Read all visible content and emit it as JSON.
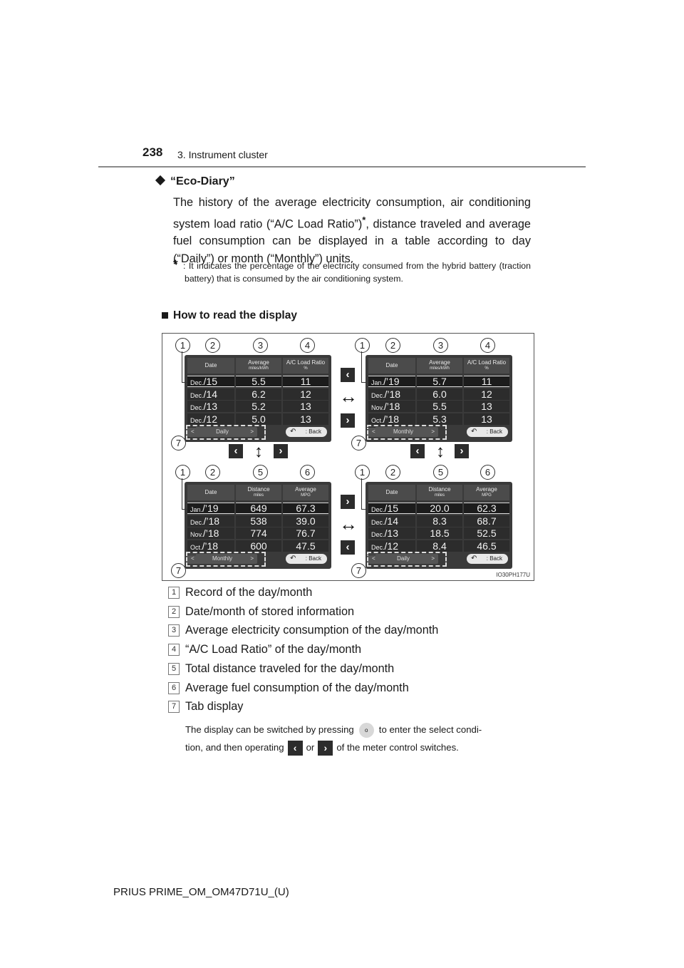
{
  "header": {
    "page_number": "238",
    "chapter": "3. Instrument cluster"
  },
  "section_title": "“Eco-Diary”",
  "body": {
    "text_before": "The history of the average electricity consumption, air conditioning system load ratio (“A/C Load Ratio”)",
    "star": "*",
    "text_after": ", distance traveled and average fuel consumption can be displayed in a table according to day (“Daily”) or month (“Monthly”) units."
  },
  "footnote": {
    "mark": "*",
    "text": ": It indicates the percentage of the electricity consumed from the hybrid battery (traction battery) that is consumed by the air conditioning system."
  },
  "subsection_title": "How to read the display",
  "figure": {
    "code": "IO30PH177U",
    "panels": [
      {
        "headers": [
          "Date",
          "Average",
          "A/C Load Ratio"
        ],
        "subs": [
          "",
          "miles/kWh",
          "%"
        ],
        "rows": [
          [
            "Dec.",
            "/15",
            "5.5",
            "11"
          ],
          [
            "Dec.",
            "/14",
            "6.2",
            "12"
          ],
          [
            "Dec.",
            "/13",
            "5.2",
            "13"
          ],
          [
            "Dec.",
            "/12",
            "5.0",
            "13"
          ]
        ],
        "tab": "Daily",
        "back": ": Back"
      },
      {
        "headers": [
          "Date",
          "Average",
          "A/C Load Ratio"
        ],
        "subs": [
          "",
          "miles/kWh",
          "%"
        ],
        "rows": [
          [
            "Jan.",
            "/’19",
            "5.7",
            "11"
          ],
          [
            "Dec.",
            "/’18",
            "6.0",
            "12"
          ],
          [
            "Nov.",
            "/’18",
            "5.5",
            "13"
          ],
          [
            "Oct.",
            "/’18",
            "5.3",
            "13"
          ]
        ],
        "tab": "Monthly",
        "back": ": Back"
      },
      {
        "headers": [
          "Date",
          "Distance",
          "Average"
        ],
        "subs": [
          "",
          "miles",
          "MPG"
        ],
        "rows": [
          [
            "Jan.",
            "/’19",
            "649",
            "67.3"
          ],
          [
            "Dec.",
            "/’18",
            "538",
            "39.0"
          ],
          [
            "Nov.",
            "/’18",
            "774",
            "76.7"
          ],
          [
            "Oct.",
            "/’18",
            "600",
            "47.5"
          ]
        ],
        "tab": "Monthly",
        "back": ": Back"
      },
      {
        "headers": [
          "Date",
          "Distance",
          "Average"
        ],
        "subs": [
          "",
          "miles",
          "MPG"
        ],
        "rows": [
          [
            "Dec.",
            "/15",
            "20.0",
            "62.3"
          ],
          [
            "Dec.",
            "/14",
            "8.3",
            "68.7"
          ],
          [
            "Dec.",
            "/13",
            "18.5",
            "52.5"
          ],
          [
            "Dec.",
            "/12",
            "8.4",
            "46.5"
          ]
        ],
        "tab": "Daily",
        "back": ": Back"
      }
    ],
    "callouts_top": [
      "1",
      "2",
      "3",
      "4"
    ],
    "callouts_bottom": [
      "1",
      "2",
      "5",
      "6"
    ],
    "callout_tab": "7"
  },
  "legend": [
    {
      "num": "1",
      "text": "Record of the day/month"
    },
    {
      "num": "2",
      "text": "Date/month of stored information"
    },
    {
      "num": "3",
      "text": "Average electricity consumption of the day/month"
    },
    {
      "num": "4",
      "text": "“A/C Load Ratio” of the day/month"
    },
    {
      "num": "5",
      "text": "Total distance traveled for the day/month"
    },
    {
      "num": "6",
      "text": "Average fuel consumption of the day/month"
    },
    {
      "num": "7",
      "text": "Tab display"
    }
  ],
  "note": {
    "line1_a": "The display can be switched by pressing",
    "line1_b": "to enter the select condi-",
    "line2_a": "tion, and then operating",
    "line2_or": "or",
    "line2_b": "of the meter control switches."
  },
  "footer": {
    "model": "PRIUS PRIME_OM_OM47D71U_(U)"
  }
}
